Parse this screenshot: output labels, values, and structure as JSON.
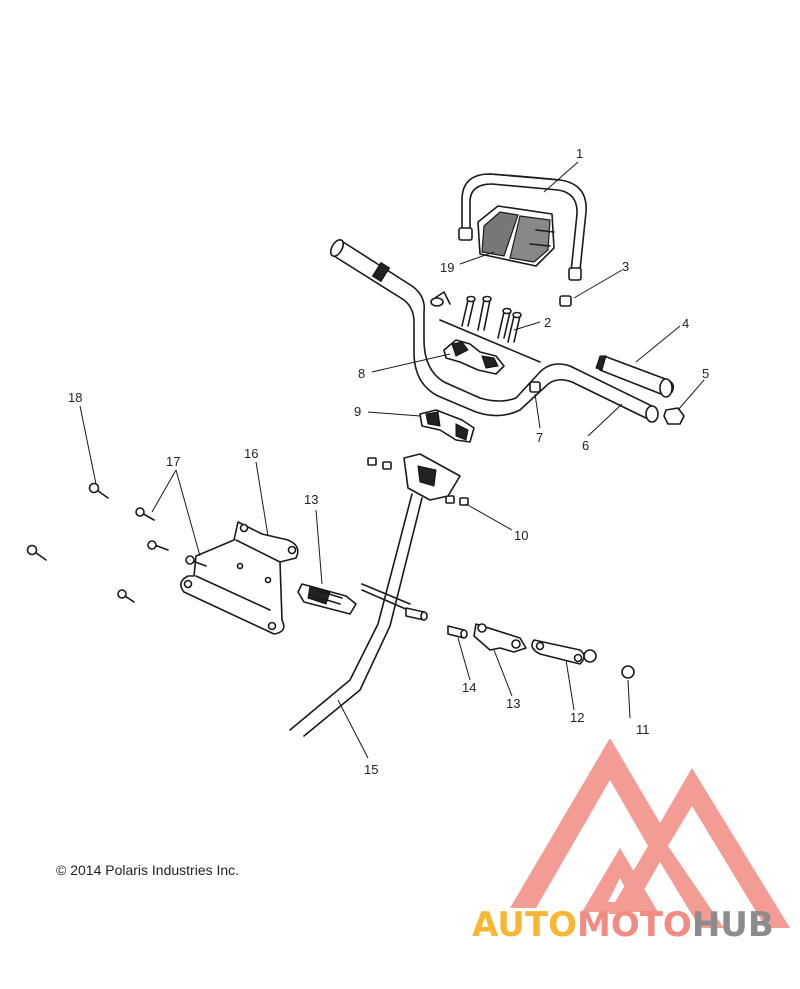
{
  "diagram": {
    "callouts": [
      {
        "id": "1",
        "text": "1"
      },
      {
        "id": "2",
        "text": "2"
      },
      {
        "id": "3",
        "text": "3"
      },
      {
        "id": "4",
        "text": "4"
      },
      {
        "id": "5",
        "text": "5"
      },
      {
        "id": "6",
        "text": "6"
      },
      {
        "id": "7",
        "text": "7"
      },
      {
        "id": "8",
        "text": "8"
      },
      {
        "id": "9",
        "text": "9"
      },
      {
        "id": "10",
        "text": "10"
      },
      {
        "id": "11",
        "text": "11"
      },
      {
        "id": "12",
        "text": "12"
      },
      {
        "id": "13a",
        "text": "13"
      },
      {
        "id": "13b",
        "text": "13"
      },
      {
        "id": "14",
        "text": "14"
      },
      {
        "id": "15",
        "text": "15"
      },
      {
        "id": "16",
        "text": "16"
      },
      {
        "id": "17",
        "text": "17"
      },
      {
        "id": "18",
        "text": "18"
      },
      {
        "id": "19",
        "text": "19"
      }
    ]
  },
  "footer": {
    "copyright": "© 2014 Polaris Industries Inc."
  },
  "watermark": {
    "part1": "AUTO",
    "part2": "MOTO",
    "part3": "HUB",
    "colors": {
      "auto": "#f7b733",
      "moto": "#f28b82",
      "hub": "#8c8c8c",
      "mark": "#f28b82"
    }
  }
}
